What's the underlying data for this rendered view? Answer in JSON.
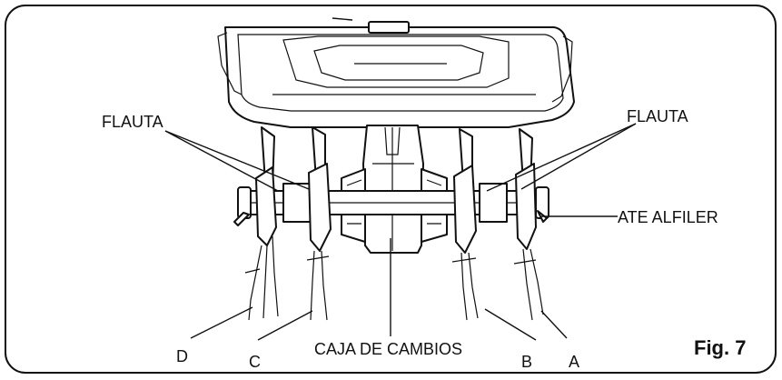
{
  "labels": {
    "flauta_left": "FLAUTA",
    "flauta_right": "FLAUTA",
    "ate_alfiler": "ATE ALFILER",
    "caja_de_cambios": "CAJA DE CAMBIOS",
    "a": "A",
    "b": "B",
    "c": "C",
    "d": "D"
  },
  "figure": {
    "caption": "Fig. 7"
  }
}
